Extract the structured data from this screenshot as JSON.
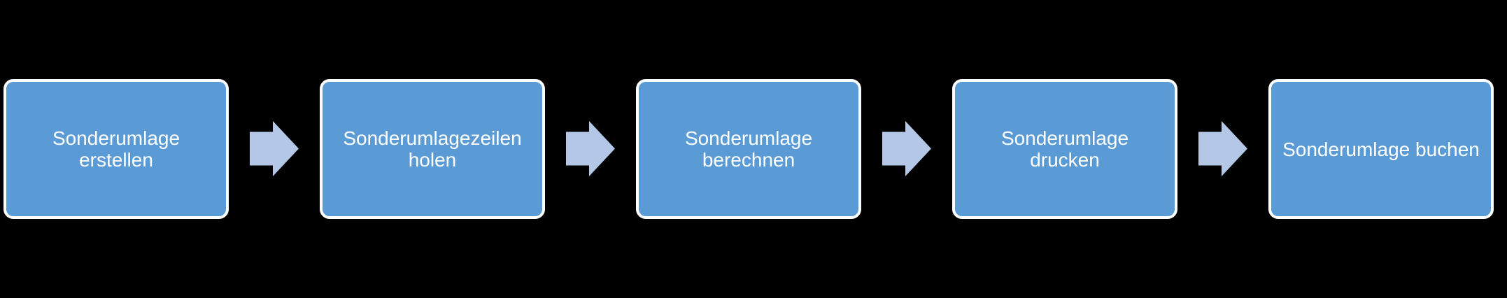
{
  "diagram": {
    "type": "process-flow",
    "direction": "left-to-right",
    "steps": [
      {
        "label": "Sonderumlage erstellen",
        "lines": [
          "Sonderumlage",
          "erstellen"
        ]
      },
      {
        "label": "Sonderumlagezeilen holen",
        "lines": [
          "Sonderumlagezeilen",
          "holen"
        ]
      },
      {
        "label": "Sonderumlage berechnen",
        "lines": [
          "Sonderumlage",
          "berechnen"
        ]
      },
      {
        "label": "Sonderumlage drucken",
        "lines": [
          "Sonderumlage",
          "drucken"
        ]
      },
      {
        "label": "Sonderumlage buchen",
        "lines": [
          "Sonderumlage buchen"
        ]
      }
    ],
    "connector": "right-arrow-icon",
    "connector_count": 4
  },
  "colors": {
    "background": "#000000",
    "box_fill": "#5B9BD5",
    "box_border": "#FFFFFF",
    "arrow_fill": "#B4C7E7",
    "text": "#FFFFFF"
  }
}
